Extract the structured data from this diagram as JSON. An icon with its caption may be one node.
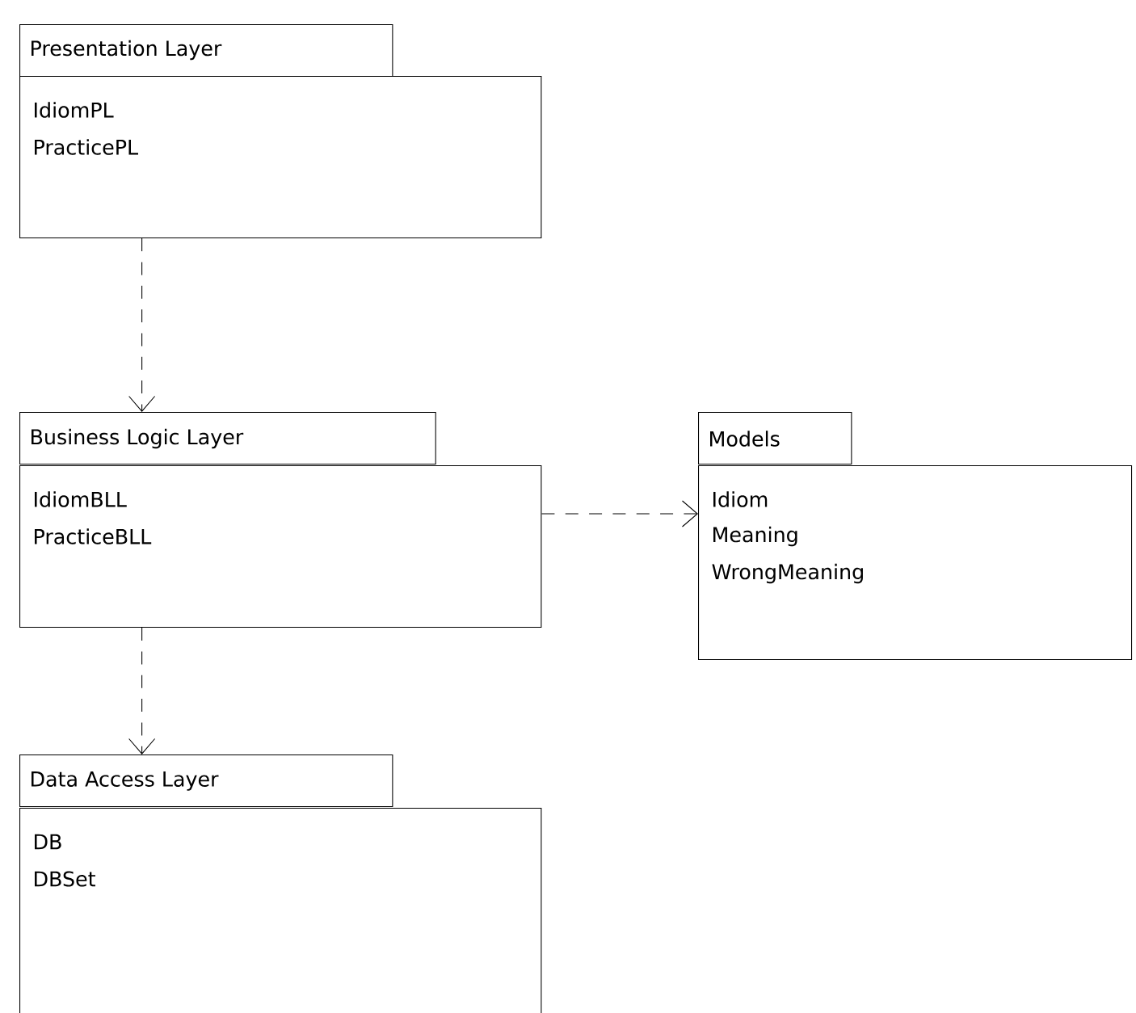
{
  "diagram": {
    "nodes": [
      {
        "text": [
          "Presentation Layer",
          "IdiomPL",
          "PracticePL"
        ]
      },
      {
        "text": [
          "Business Logic Layer",
          "IdiomBLL",
          "PracticeBLL"
        ]
      },
      {
        "text": [
          "Models",
          "Idiom",
          "Meaning",
          "WrongMeaning"
        ]
      },
      {
        "text": [
          "Data Access Layer",
          "DB",
          "DBSet"
        ]
      }
    ],
    "edges": [
      {
        "from": 0,
        "to": 1,
        "arrow": "to",
        "style": "dashed"
      },
      {
        "from": 1,
        "to": 2,
        "arrow": "to",
        "style": "dashed"
      },
      {
        "from": 1,
        "to": 3,
        "arrow": "to",
        "style": "dashed"
      }
    ]
  }
}
